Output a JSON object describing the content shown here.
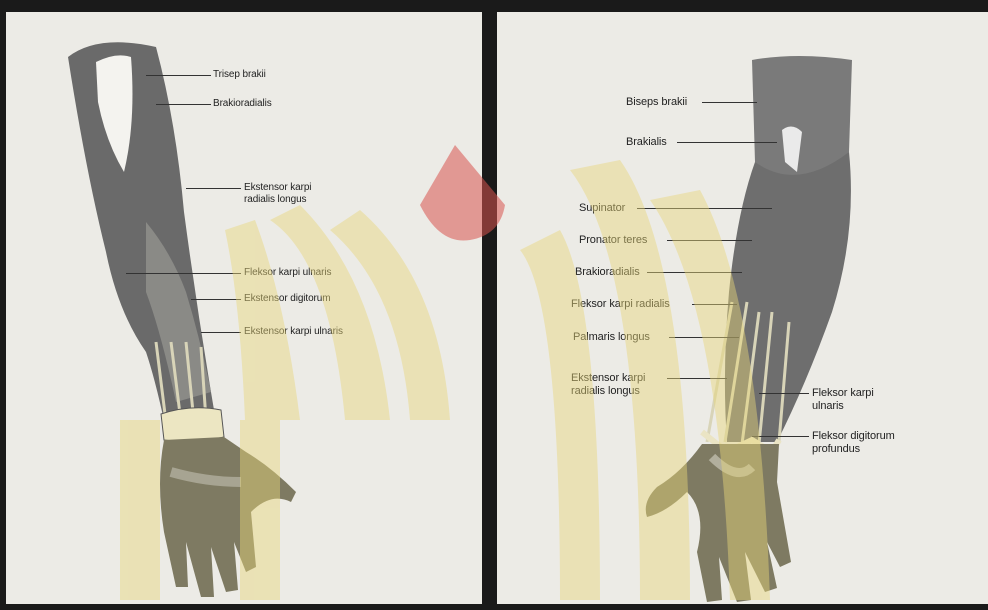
{
  "left_figure": {
    "labels": [
      "Trisep brakii",
      "Brakioradialis",
      "Ekstensor karpi radialis longus",
      "Fleksor karpi ulnaris",
      "Ekstensor digitorum",
      "Ekstensor karpi ulnaris"
    ]
  },
  "right_figure": {
    "labels": [
      "Biseps brakii",
      "Brakialis",
      "Supinator",
      "Pronator teres",
      "Brakioradialis",
      "Fleksor karpi radialis",
      "Palmaris longus",
      "Ekstensor karpi radialis longus",
      "Fleksor karpi ulnaris",
      "Fleksor digitorum profundus"
    ]
  },
  "colors": {
    "paper": "#ecebe6",
    "muscle_dark": "#5a5a5a",
    "watermark_gold": "#e9d77a",
    "watermark_red": "#d9534f"
  }
}
